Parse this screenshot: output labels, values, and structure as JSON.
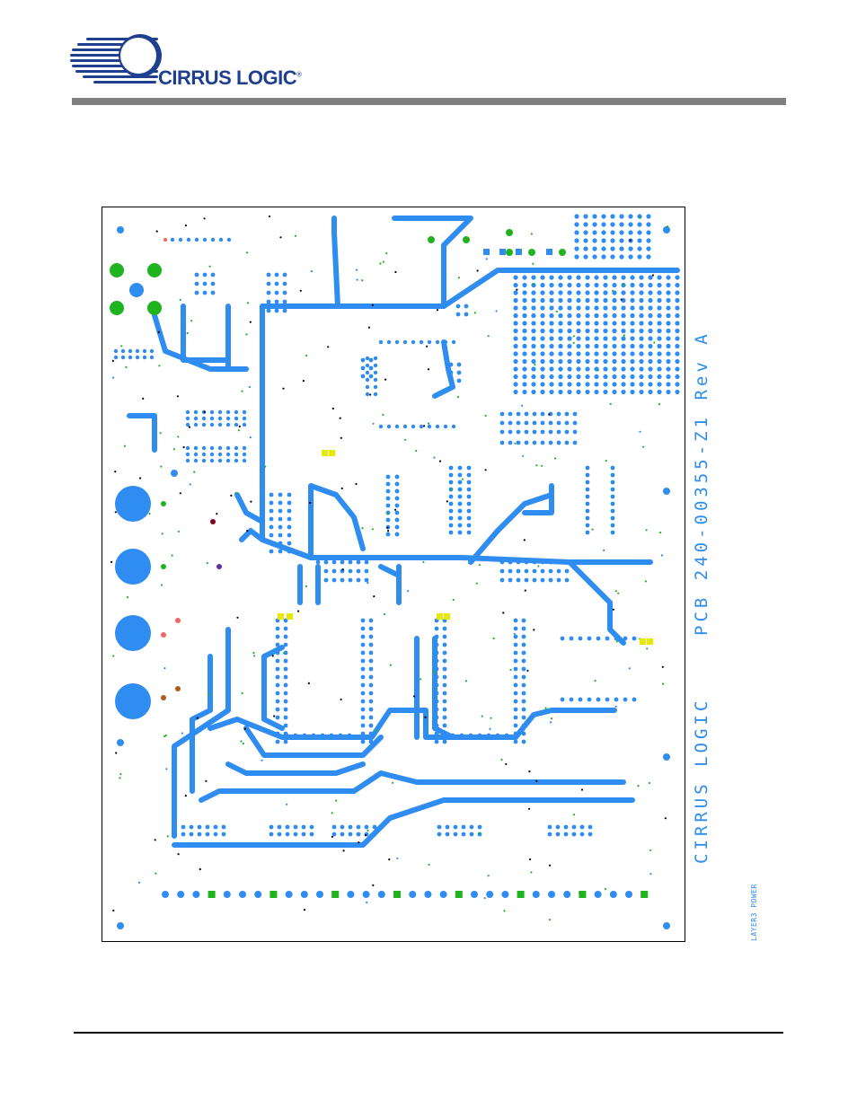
{
  "header": {
    "logo_text": "CIRRUS LOGIC",
    "logo_mark": "®"
  },
  "board": {
    "pcb_label": "PCB 240-00355-Z1 Rev A",
    "brand_label": "CIRRUS LOGIC",
    "layer_label": "LAYER3 POWER"
  },
  "colors": {
    "trace": "#2f8cf0",
    "pad_green": "#1fb31f",
    "pad_yellow": "#e8e800",
    "pad_red": "#f06464",
    "pad_brown": "#b05a1e",
    "rule_gray": "#7f7f7f"
  }
}
